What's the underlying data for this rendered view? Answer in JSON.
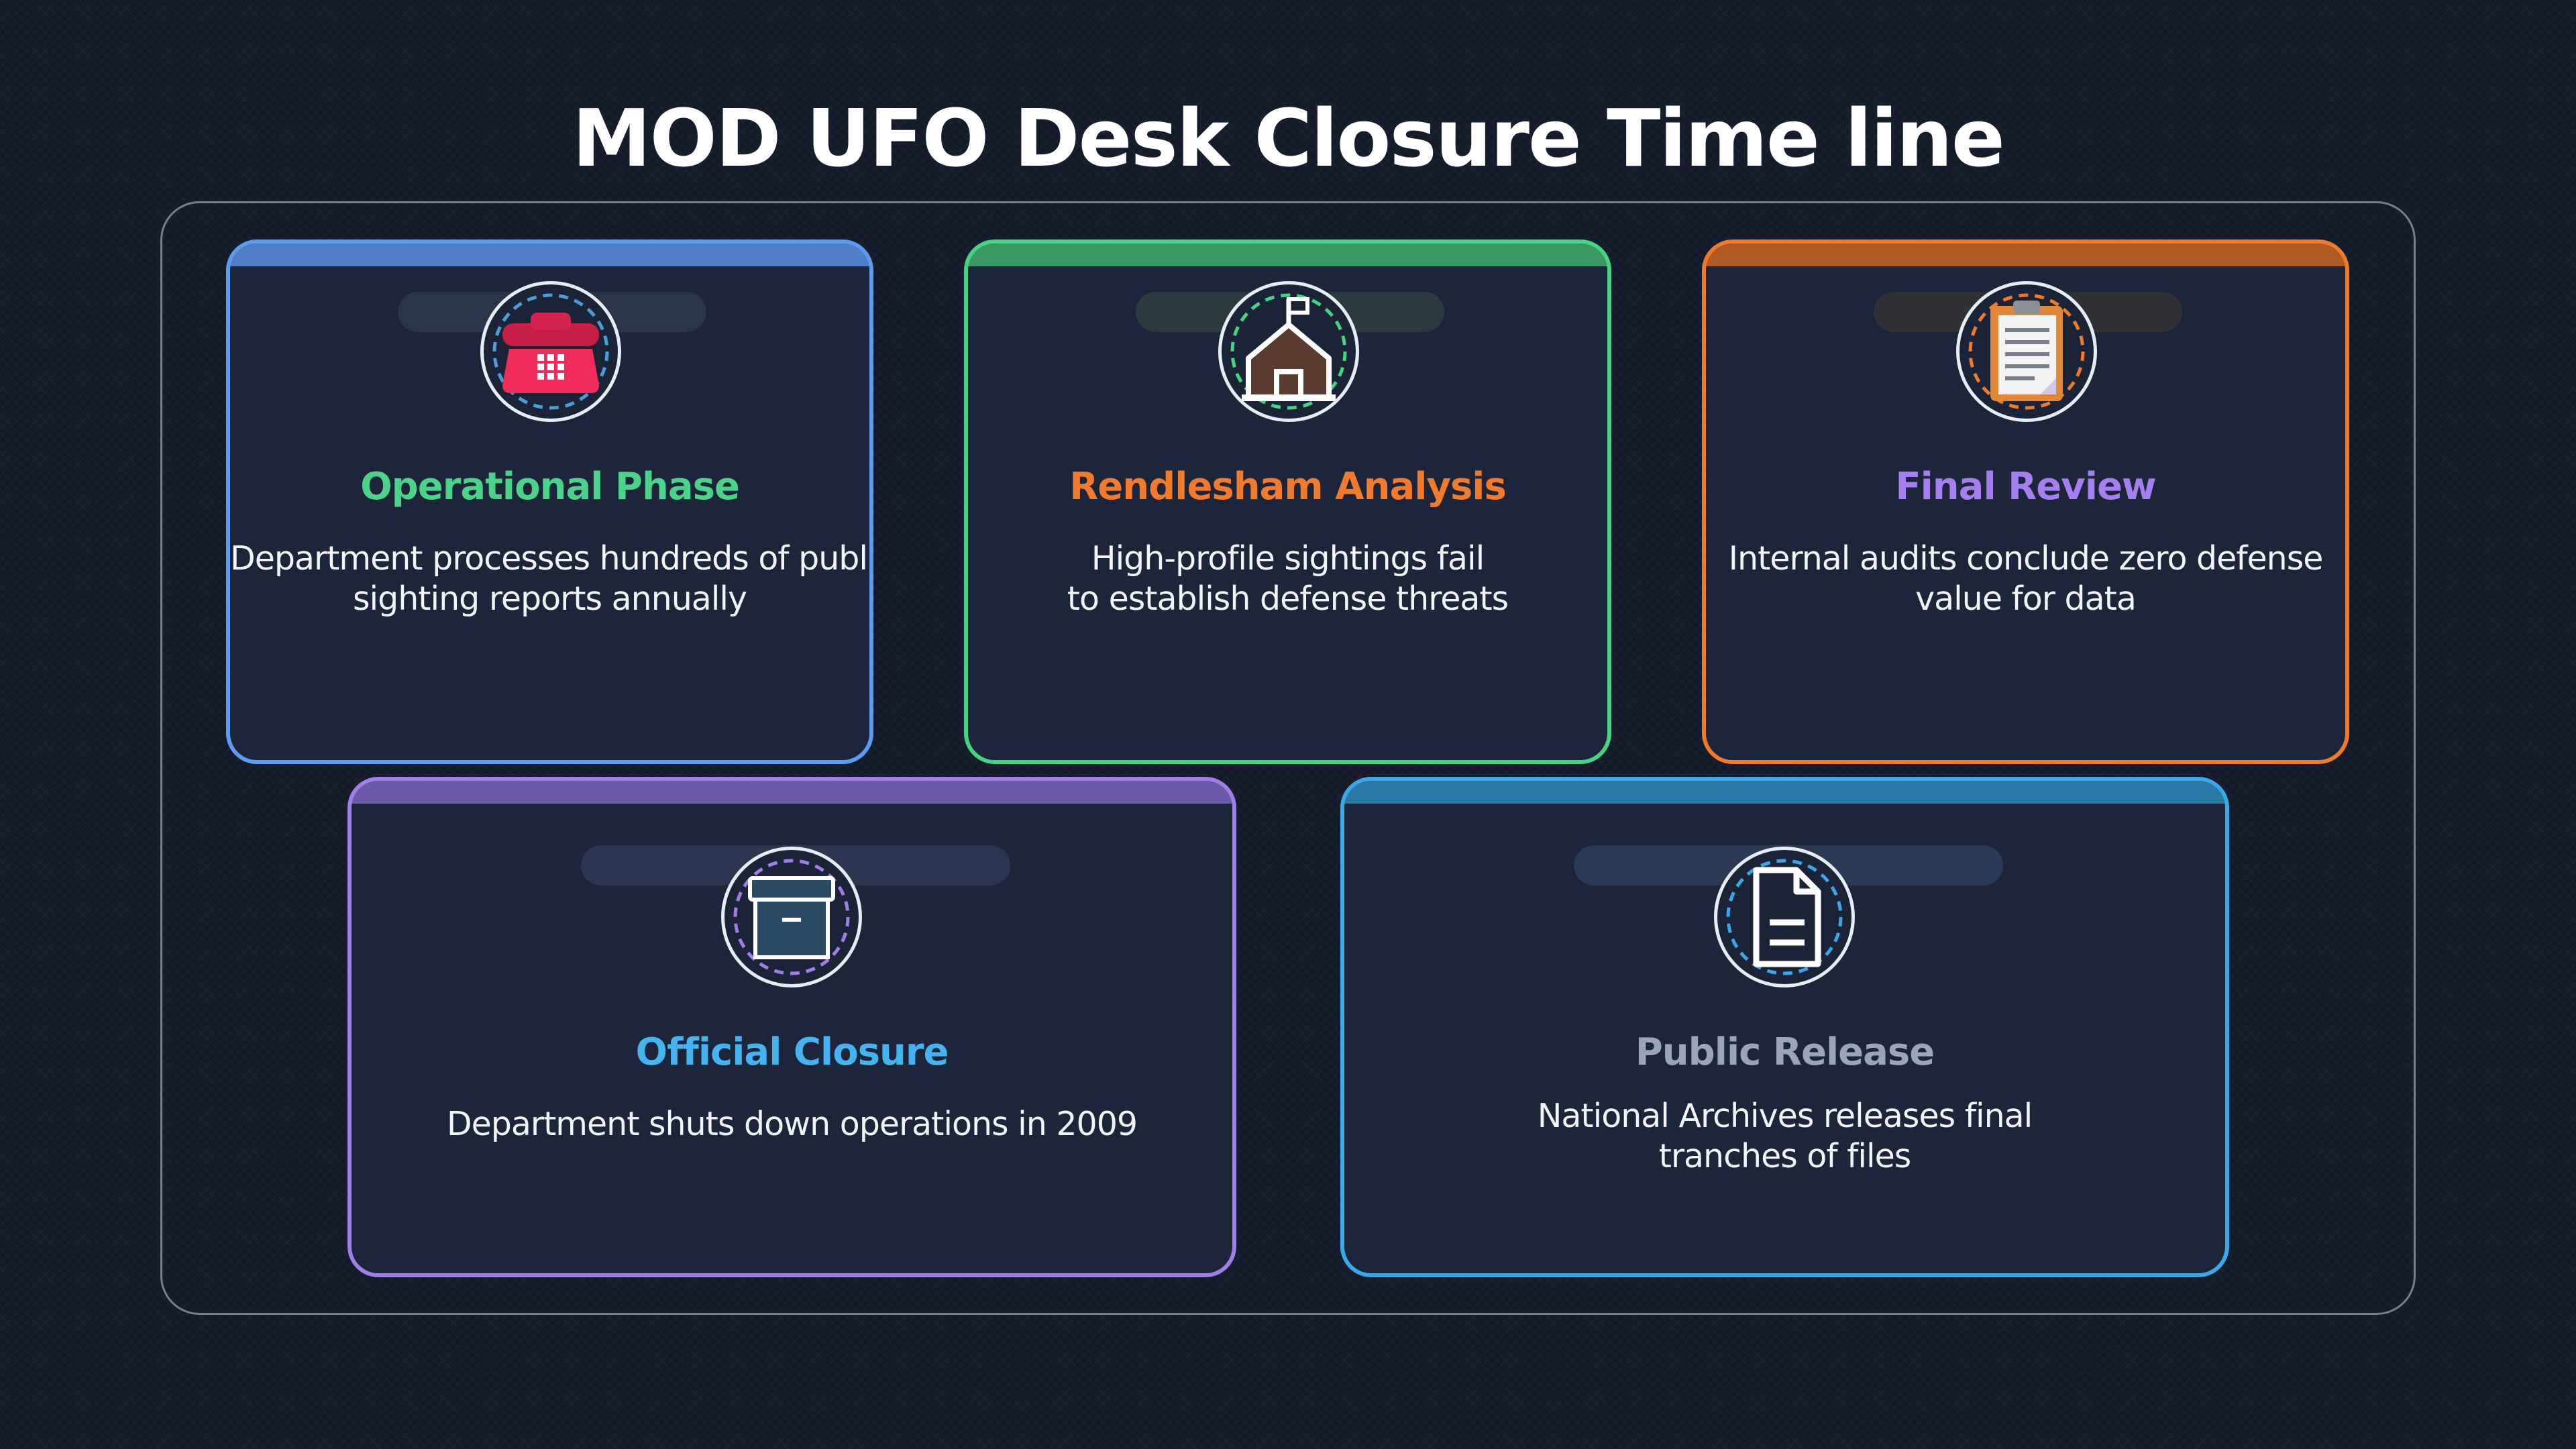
{
  "title": "MOD UFO Desk Closure Time line",
  "colors": {
    "background": "#141b2b",
    "card": "#1c2539",
    "blue": "#5b9cf0",
    "green": "#46d483",
    "orange": "#f07a2a",
    "purple": "#a07ee8",
    "cyan": "#3aa8e8"
  },
  "cards": [
    {
      "title": "Operational Phase",
      "title_color": "#4cd38a",
      "border_color": "#5b9cf0",
      "icon": "telephone-icon",
      "desc_lines": [
        "Department processes hundreds of public",
        "sighting reports annually"
      ]
    },
    {
      "title": "Rendlesham Analysis",
      "title_color": "#f27a2c",
      "border_color": "#46d483",
      "icon": "house-flag-icon",
      "desc_lines": [
        "High-profile sightings fail",
        "to establish defense threats"
      ]
    },
    {
      "title": "Final Review",
      "title_color": "#a57ff0",
      "border_color": "#f07a2a",
      "icon": "clipboard-icon",
      "desc_lines": [
        "Internal audits conclude zero defense",
        "value for data"
      ]
    },
    {
      "title": "Official Closure",
      "title_color": "#45b3f0",
      "border_color": "#a07ee8",
      "icon": "archive-box-icon",
      "desc_lines": [
        "Department shuts down operations in 2009"
      ]
    },
    {
      "title": "Public Release",
      "title_color": "#9aa6b8",
      "border_color": "#3aa8e8",
      "icon": "document-icon",
      "desc_lines": [
        "National Archives releases final",
        "tranches of files"
      ]
    }
  ]
}
